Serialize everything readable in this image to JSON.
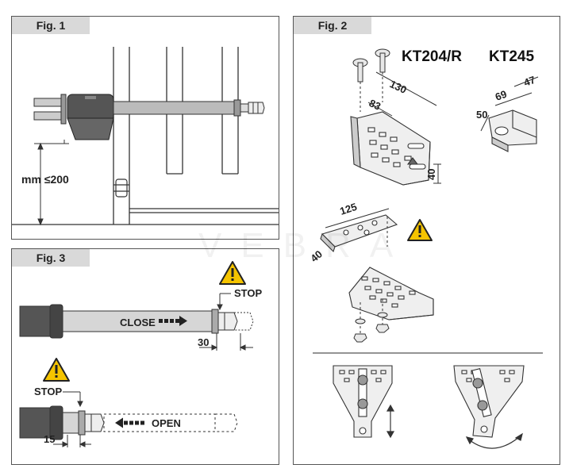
{
  "fig1": {
    "label": "Fig. 1",
    "mm_label": "mm ≤200"
  },
  "fig2": {
    "label": "Fig. 2",
    "model_a": "KT204/R",
    "model_b": "KT245",
    "dims_a": {
      "d130": "130",
      "d83": "83",
      "d40a": "40",
      "d125": "125",
      "d40b": "40"
    },
    "dims_b": {
      "d47": "47",
      "d69": "69",
      "d50": "50"
    }
  },
  "fig3": {
    "label": "Fig. 3",
    "stop_top": "STOP",
    "close_label": "CLOSE",
    "dim_30": "30",
    "stop_bottom": "STOP",
    "open_label": "OPEN",
    "dim_15": "15"
  },
  "watermark": "VEBRA",
  "colors": {
    "warning_fill": "#f5c400",
    "warning_stroke": "#222222",
    "tab_bg": "#d9d9d9",
    "line": "#333333"
  }
}
